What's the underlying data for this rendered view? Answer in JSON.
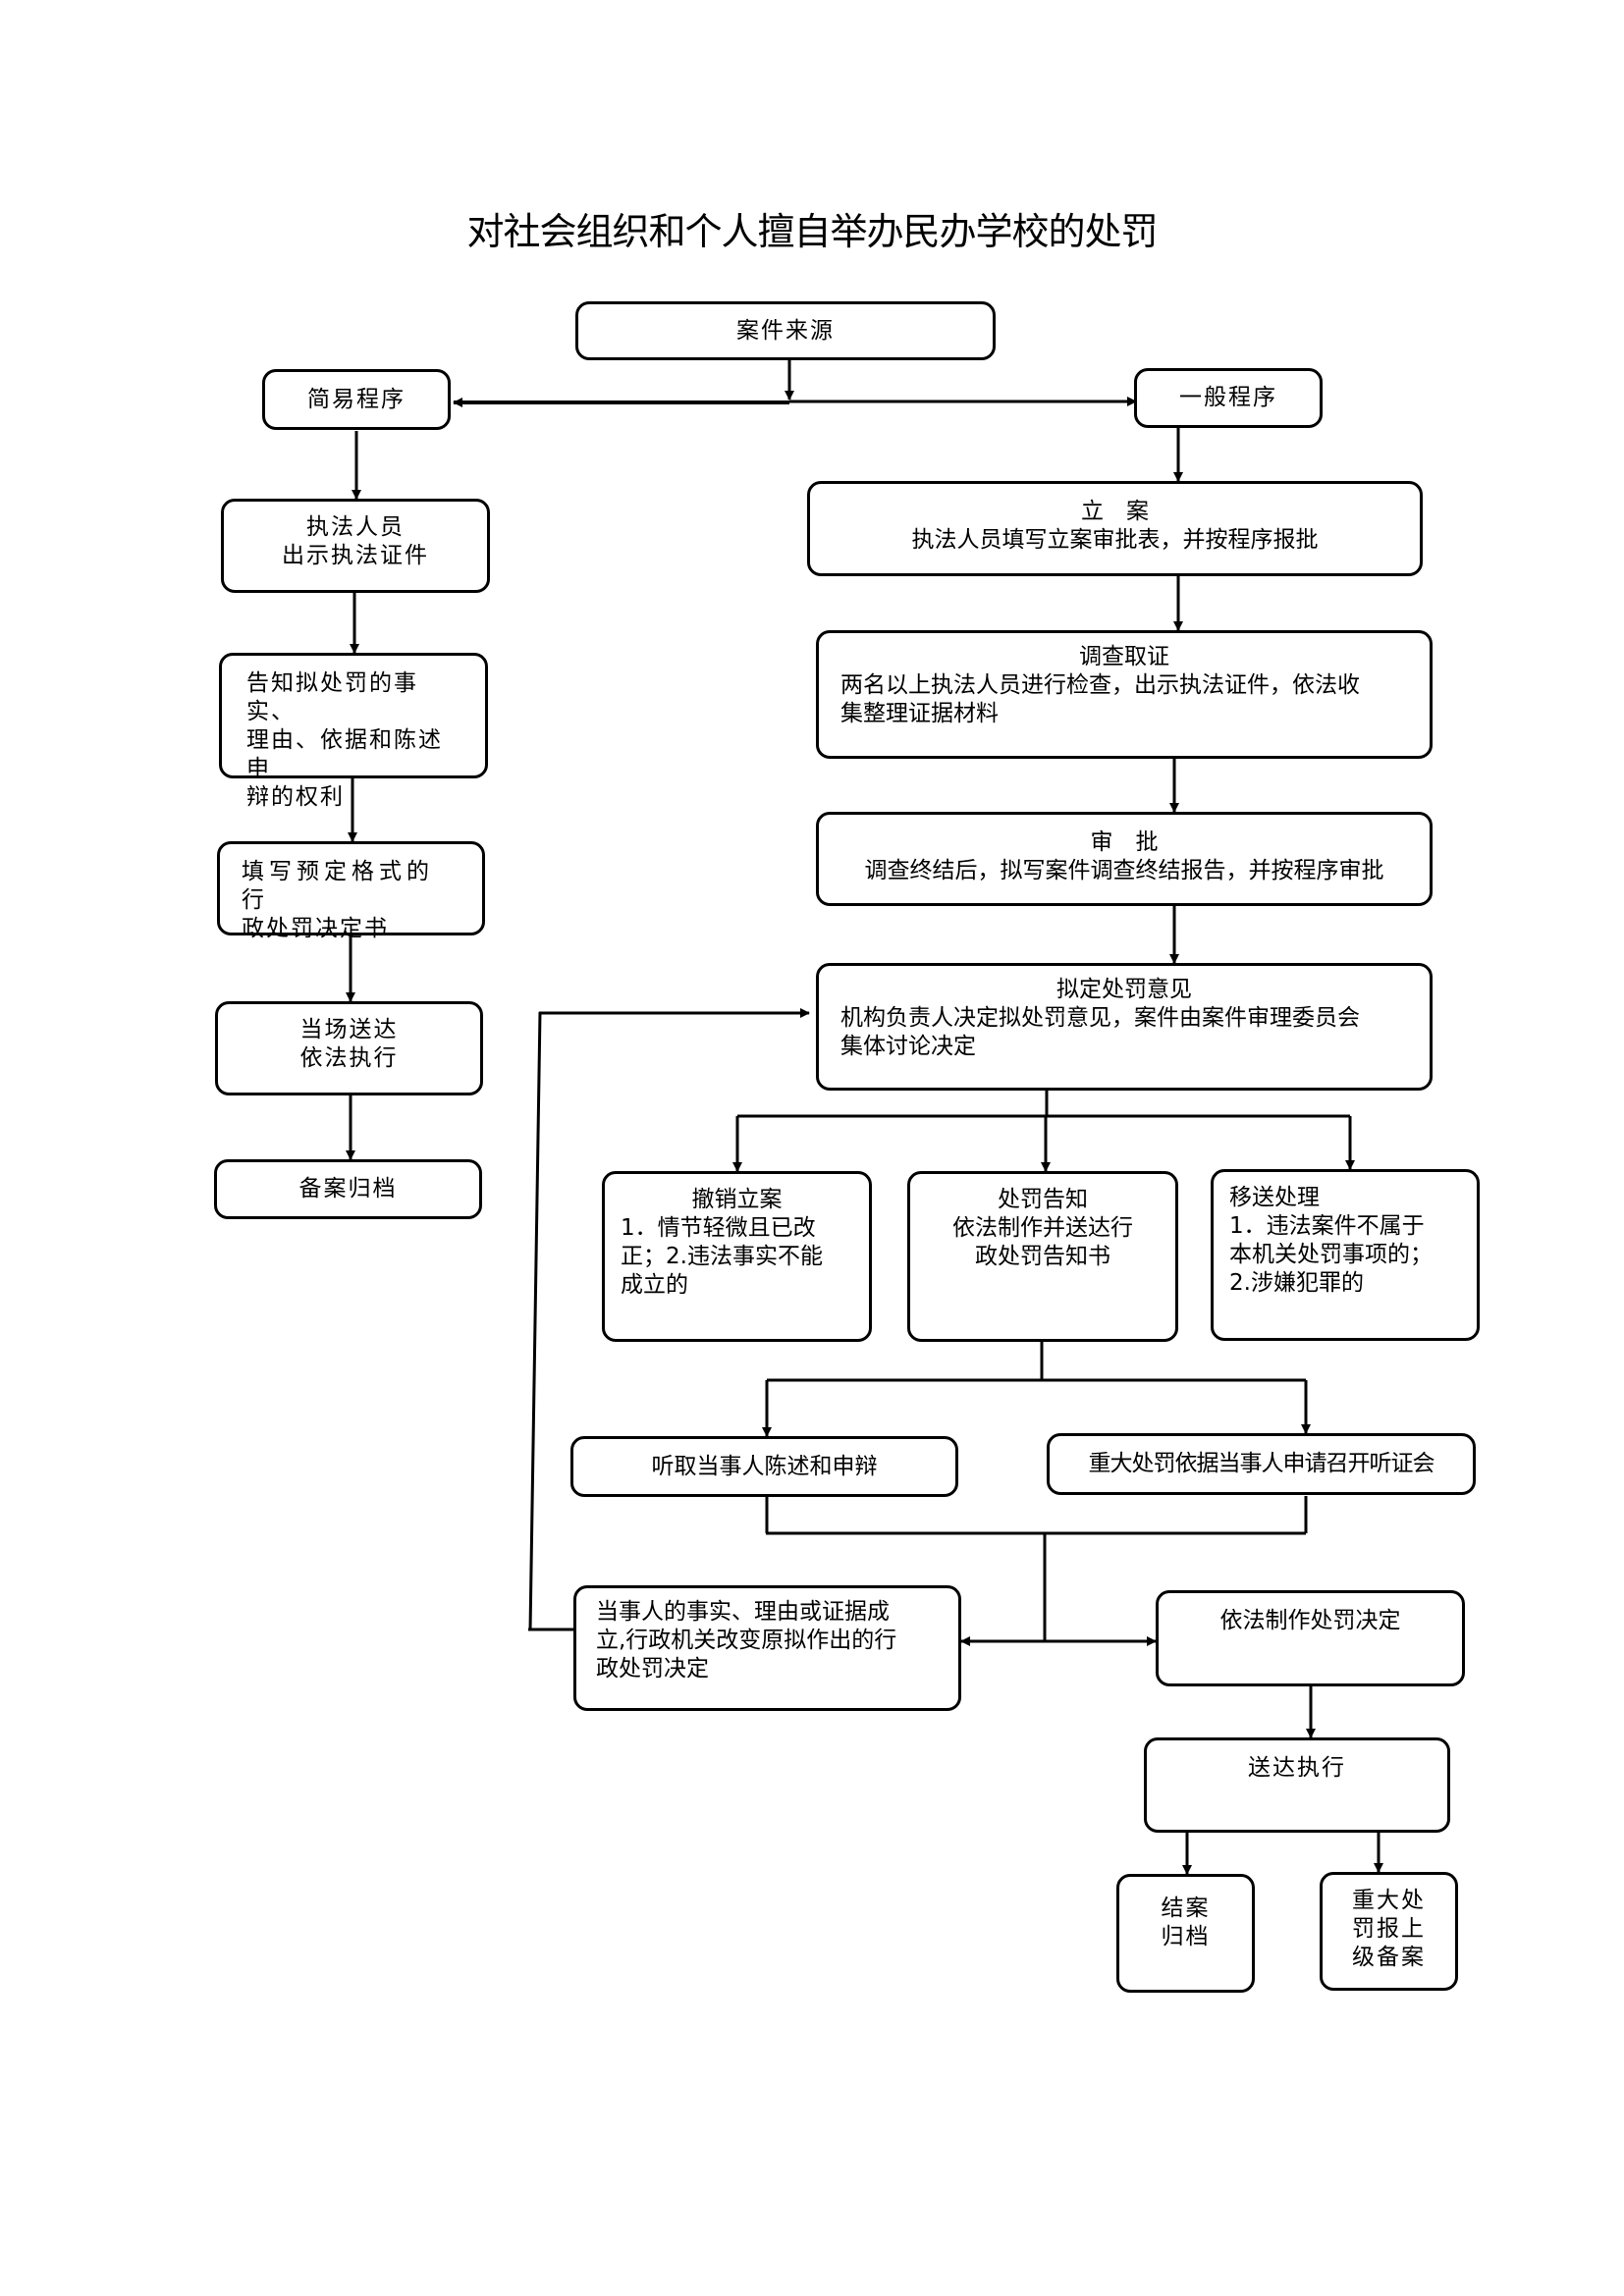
{
  "title": "对社会组织和个人擅自举办民办学校的处罚",
  "nodes": {
    "source": {
      "lines": [
        "案件来源"
      ]
    },
    "simple": {
      "lines": [
        "简易程序"
      ]
    },
    "general": {
      "lines": [
        "一般程序"
      ]
    },
    "s1": {
      "lines": [
        "执法人员",
        "出示执法证件"
      ]
    },
    "s2": {
      "lines": [
        "告知拟处罚的事实、",
        "理由、依据和陈述申",
        "辩的权利"
      ]
    },
    "s3": {
      "lines": [
        "填写预定格式的行",
        "政处罚决定书"
      ]
    },
    "s4": {
      "lines": [
        "当场送达",
        "依法执行"
      ]
    },
    "s5": {
      "lines": [
        "备案归档"
      ]
    },
    "g1": {
      "lines": [
        "立　案",
        "执法人员填写立案审批表，并按程序报批"
      ]
    },
    "g2": {
      "lines": [
        "调查取证",
        "两名以上执法人员进行检查，出示执法证件，依法收",
        "集整理证据材料"
      ]
    },
    "g3": {
      "lines": [
        "审　批",
        "调查终结后，拟写案件调查终结报告，并按程序审批"
      ]
    },
    "g4": {
      "lines": [
        "拟定处罚意见",
        "机构负责人决定拟处罚意见，案件由案件审理委员会",
        "集体讨论决定"
      ]
    },
    "revoke": {
      "lines": [
        "撤销立案",
        "1．情节轻微且已改",
        "正；2.违法事实不能",
        "成立的"
      ]
    },
    "notice": {
      "lines": [
        "处罚告知",
        "依法制作并送达行",
        "政处罚告知书"
      ]
    },
    "transfer": {
      "lines": [
        "移送处理",
        "1．违法案件不属于",
        "本机关处罚事项的；",
        "2.涉嫌犯罪的"
      ]
    },
    "hear": {
      "lines": [
        "听取当事人陈述和申辩"
      ]
    },
    "hearing": {
      "lines": [
        "重大处罚依据当事人申请召开听证会"
      ]
    },
    "change": {
      "lines": [
        "当事人的事实、理由或证据成",
        "立,行政机关改变原拟作出的行",
        "政处罚决定"
      ]
    },
    "decide": {
      "lines": [
        "依法制作处罚决定"
      ]
    },
    "deliver": {
      "lines": [
        "送达执行"
      ]
    },
    "close": {
      "lines": [
        "结案",
        "归档"
      ]
    },
    "report": {
      "lines": [
        "重大处",
        "罚报上",
        "级备案"
      ]
    }
  }
}
